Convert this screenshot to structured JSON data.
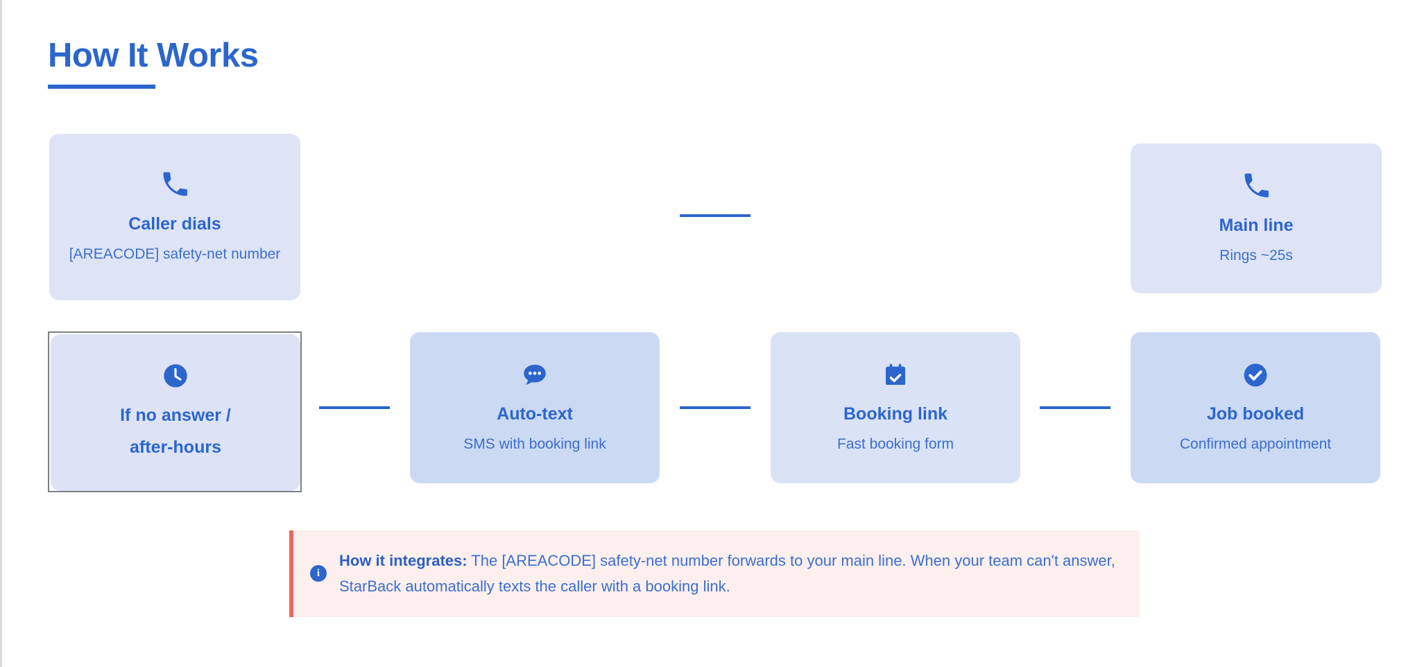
{
  "page": {
    "title": "How It Works",
    "accent_color": "#2c66cc",
    "background": "#ffffff"
  },
  "flow": {
    "connectors": [
      {
        "name": "main-line-connector",
        "row": "top"
      },
      {
        "name": "noanswer-to-autotext-connector",
        "row": "bottom"
      },
      {
        "name": "autotext-to-booking-connector",
        "row": "bottom"
      },
      {
        "name": "booking-to-jobbooked-connector",
        "row": "bottom"
      }
    ],
    "steps": [
      {
        "id": "caller-dials",
        "title": "Caller dials",
        "subtitle": "[AREACODE] safety-net number",
        "icon": "phone-icon",
        "row": "top",
        "selected": false,
        "card_color": "#dee4f5"
      },
      {
        "id": "main-line",
        "title": "Main line",
        "subtitle": "Rings ~25s",
        "icon": "phone-icon",
        "row": "top",
        "selected": false,
        "card_color": "#dee4f5"
      },
      {
        "id": "if-no-answer",
        "title_line1": "If no answer /",
        "title_line2": "after-hours",
        "subtitle": "",
        "icon": "clock-icon",
        "row": "bottom",
        "selected": true,
        "card_color": "#dde3f4",
        "selection_border_color": "#7d7f82"
      },
      {
        "id": "auto-text",
        "title": "Auto-text",
        "subtitle": "SMS with booking link",
        "icon": "chat-bubble-icon",
        "row": "bottom",
        "selected": false,
        "card_color": "#ccd9f3"
      },
      {
        "id": "booking-link",
        "title": "Booking link",
        "subtitle": "Fast booking form",
        "icon": "calendar-check-icon",
        "row": "bottom",
        "selected": false,
        "card_color": "#dae2f6"
      },
      {
        "id": "job-booked",
        "title": "Job booked",
        "subtitle": "Confirmed appointment",
        "icon": "check-circle-icon",
        "row": "bottom",
        "selected": false,
        "card_color": "#ccd9f3"
      }
    ]
  },
  "callout": {
    "icon": "info-icon",
    "icon_glyph": "i",
    "label": "How it integrates:",
    "text": " The [AREACODE] safety-net number forwards to your main line. When your team can't answer, StarBack automatically texts the caller with a booking link.",
    "background": "#fcefee",
    "border_color": "#e8695f"
  }
}
